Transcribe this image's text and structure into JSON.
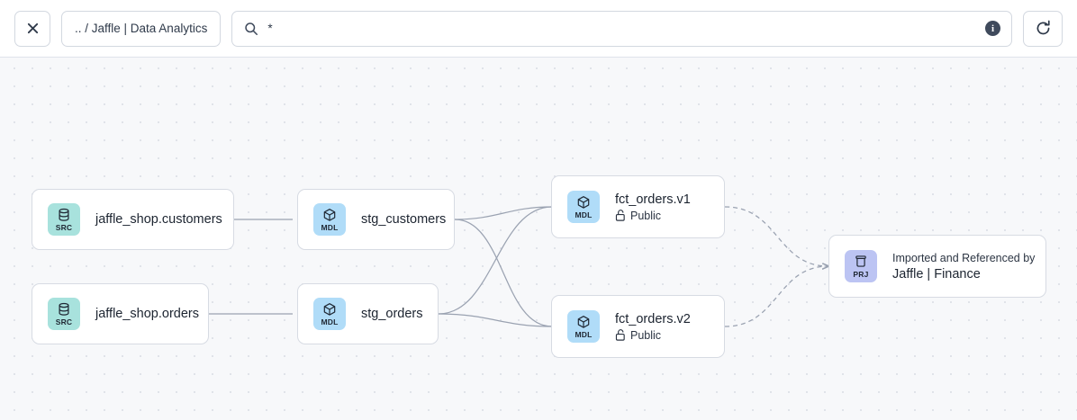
{
  "toolbar": {
    "close_label": "×",
    "close_icon": "close-icon",
    "breadcrumb": ".. / Jaffle | Data Analytics",
    "search_icon": "search-icon",
    "search_value": "*",
    "search_placeholder": "",
    "info_label": "i",
    "info_icon": "info-icon",
    "refresh_icon": "refresh-icon"
  },
  "canvas": {
    "background_color": "#f7f8fa",
    "grid_dot_color": "#dcdfe6",
    "node_border_color": "#d7dbe3",
    "edge_color": "#9aa2b1"
  },
  "badges": {
    "src": {
      "text": "SRC",
      "color": "#a8e2dd",
      "icon": "database-icon"
    },
    "mdl": {
      "text": "MDL",
      "color": "#b0dcf8",
      "icon": "cube-icon"
    },
    "prj": {
      "text": "PRJ",
      "color": "#bcc4f3",
      "icon": "archive-box-icon"
    }
  },
  "nodes": [
    {
      "id": "src_customers",
      "type": "SRC",
      "label": "jaffle_shop.customers"
    },
    {
      "id": "src_orders",
      "type": "SRC",
      "label": "jaffle_shop.orders"
    },
    {
      "id": "stg_customers",
      "type": "MDL",
      "label": "stg_customers"
    },
    {
      "id": "stg_orders",
      "type": "MDL",
      "label": "stg_orders"
    },
    {
      "id": "fct_v1",
      "type": "MDL",
      "label": "fct_orders.v1",
      "access": "Public",
      "access_icon": "unlock-icon"
    },
    {
      "id": "fct_v2",
      "type": "MDL",
      "label": "fct_orders.v2",
      "access": "Public",
      "access_icon": "unlock-icon"
    },
    {
      "id": "prj_finance",
      "type": "PRJ",
      "caption": "Imported and Referenced by",
      "label": "Jaffle | Finance"
    }
  ],
  "edges": [
    {
      "from": "src_customers",
      "to": "stg_customers",
      "style": "solid"
    },
    {
      "from": "src_orders",
      "to": "stg_orders",
      "style": "solid"
    },
    {
      "from": "stg_customers",
      "to": "fct_v1",
      "style": "solid"
    },
    {
      "from": "stg_customers",
      "to": "fct_v2",
      "style": "solid"
    },
    {
      "from": "stg_orders",
      "to": "fct_v1",
      "style": "solid"
    },
    {
      "from": "stg_orders",
      "to": "fct_v2",
      "style": "solid"
    },
    {
      "from": "fct_v1",
      "to": "prj_finance",
      "style": "dashed"
    },
    {
      "from": "fct_v2",
      "to": "prj_finance",
      "style": "dashed"
    }
  ]
}
